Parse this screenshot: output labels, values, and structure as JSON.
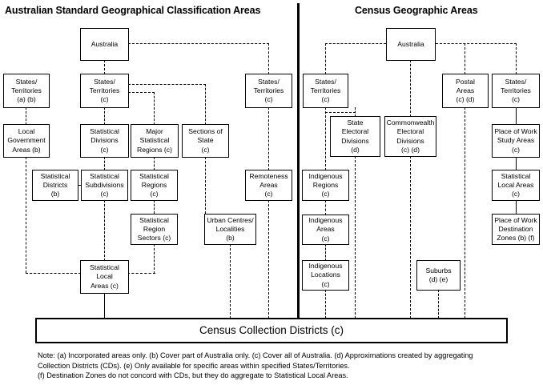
{
  "headings": {
    "left": "Australian Standard Geographical Classification Areas",
    "right": "Census Geographic Areas"
  },
  "boxes": {
    "asgc_australia": "Australia",
    "asgc_states_ab": "States/\nTerritories\n(a) (b)",
    "asgc_states_c": "States/\nTerritories\n(c)",
    "asgc_states_c_right": "States/\nTerritories\n(c)",
    "asgc_local_gov": "Local\nGovernment\nAreas (b)",
    "asgc_stat_divisions": "Statistical\nDivisions\n(c)",
    "asgc_major_stat_regions": "Major\nStatistical\nRegions (c)",
    "asgc_sections_of_state": "Sections of\nState\n(c)",
    "asgc_stat_districts": "Statistical\nDistricts\n(b)",
    "asgc_stat_subdivisions": "Statistical\nSubdivisions\n(c)",
    "asgc_stat_regions": "Statistical\nRegions\n(c)",
    "asgc_remoteness_areas": "Remoteness\nAreas\n(c)",
    "asgc_stat_region_sectors": "Statistical\nRegion\nSectors (c)",
    "asgc_urban_centres": "Urban Centres/\nLocalities\n(b)",
    "asgc_stat_local_areas": "Statistical\nLocal\nAreas (c)",
    "cga_australia": "Australia",
    "cga_states_c": "States/\nTerritories\n(c)",
    "cga_postal_areas": "Postal\nAreas\n(c) (d)",
    "cga_states_c_right": "States/\nTerritories\n(c)",
    "cga_state_electoral": "State\nElectoral\nDivisions\n(d)",
    "cga_commonwealth_electoral": "Commonwealth\nElectoral\nDivisions\n(c) (d)",
    "cga_place_work_study": "Place of Work\nStudy Areas\n(c)",
    "cga_indigenous_regions": "Indigenous\nRegions\n(c)",
    "cga_stat_local_areas": "Statistical\nLocal Areas\n(c)",
    "cga_indigenous_areas": "Indigenous\nAreas\n(c)",
    "cga_place_work_dest": "Place of Work\nDestination\nZones (b) (f)",
    "cga_indigenous_locations": "Indigenous\nLocations\n(c)",
    "cga_suburbs": "Suburbs\n(d) (e)",
    "census_collection_districts": "Census Collection Districts (c)"
  },
  "note": "Note: (a) Incorporated areas only. (b) Cover part of Australia only. (c) Cover all of Australia. (d) Approximations created by aggregating\n Collection Districts (CDs). (e) Only available for specific areas within specified States/Territories.\n(f) Destination Zones do not concord with CDs, but they do aggregate to Statistical Local Areas.",
  "colors": {
    "ink": "#000000",
    "paper": "#ffffff"
  }
}
